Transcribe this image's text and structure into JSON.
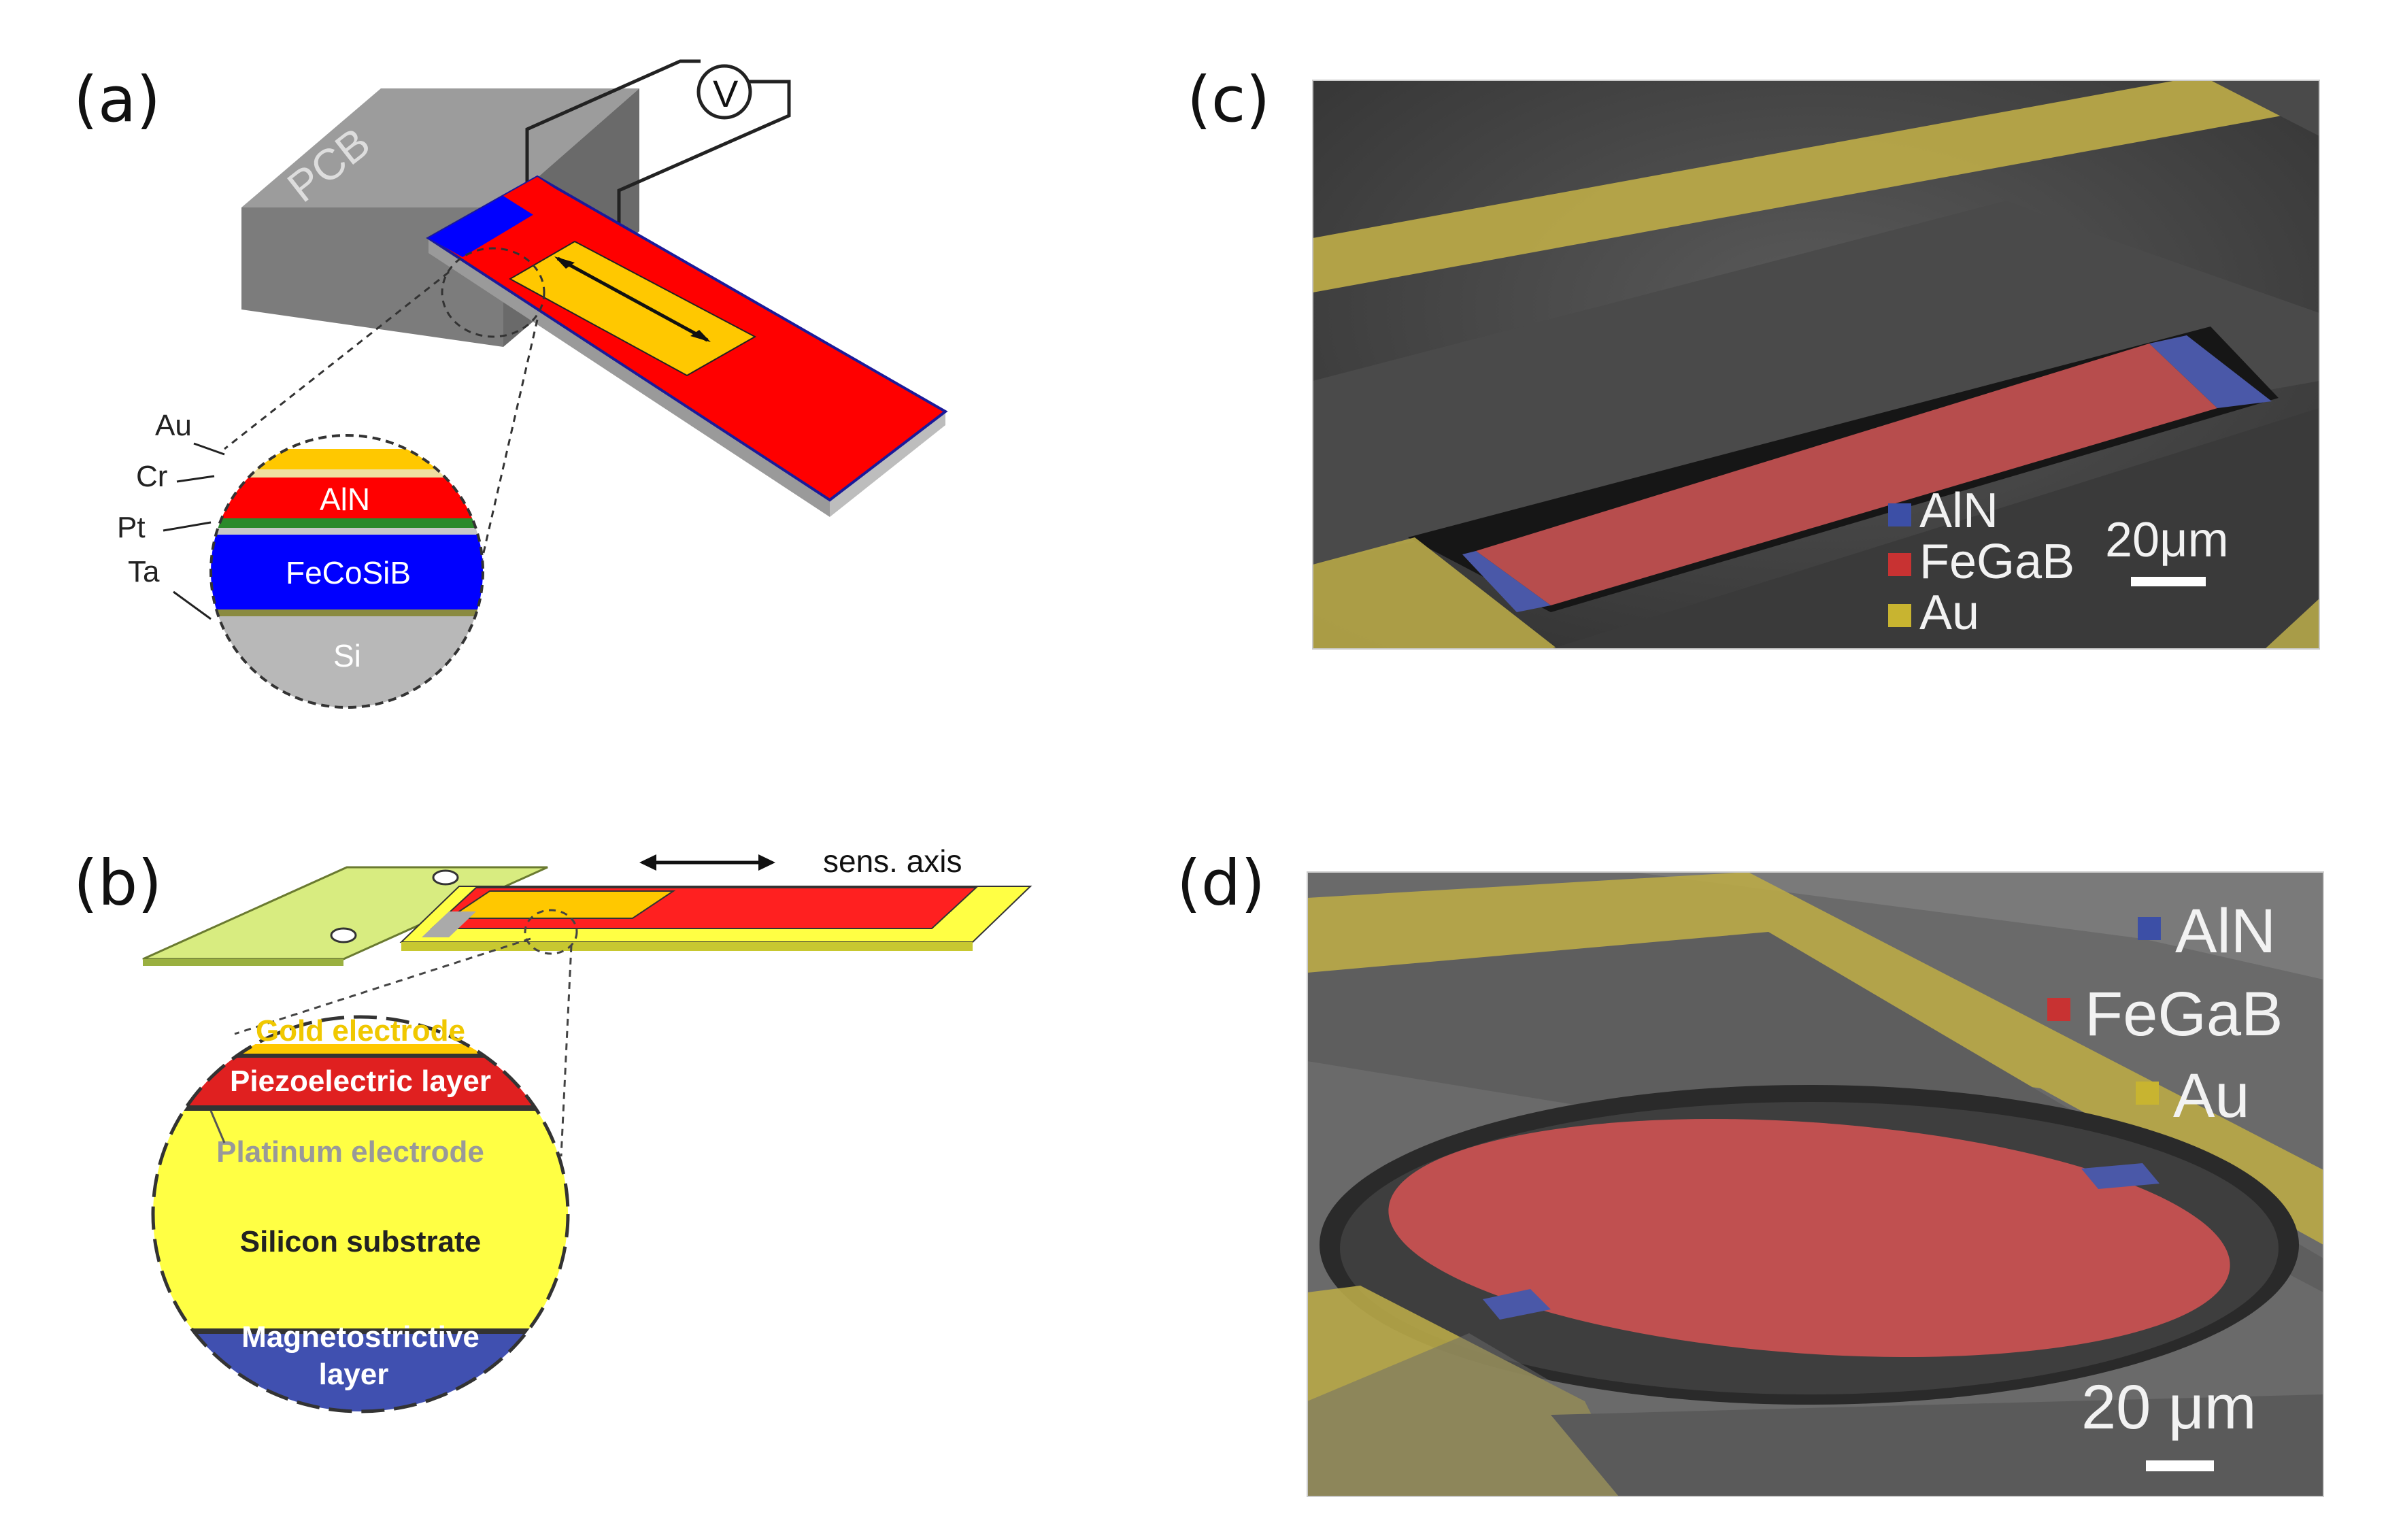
{
  "panels": {
    "a": {
      "label": "(a)",
      "pcb_label": "PCB",
      "voltmeter_symbol": "V",
      "layers": [
        "Au",
        "Cr",
        "Pt",
        "Ta"
      ],
      "inset_layers": [
        "AlN",
        "FeCoSiB",
        "Si"
      ]
    },
    "b": {
      "label": "(b)",
      "axis_label": "sens. axis",
      "layers": [
        "Gold electrode",
        "Piezoelectric layer",
        "Platinum electrode",
        "Silicon substrate",
        "Magnetostrictive",
        "layer"
      ]
    },
    "c": {
      "label": "(c)",
      "legend": [
        {
          "name": "AlN",
          "color": "#3c4fa6"
        },
        {
          "name": "FeGaB",
          "color": "#c83232"
        },
        {
          "name": "Au",
          "color": "#c8b430"
        }
      ],
      "scale_bar": "20μm"
    },
    "d": {
      "label": "(d)",
      "legend": [
        {
          "name": "AlN",
          "color": "#3c4fa6"
        },
        {
          "name": "FeGaB",
          "color": "#c83232"
        },
        {
          "name": "Au",
          "color": "#c8b430"
        }
      ],
      "scale_bar": "20 μm"
    }
  },
  "colors": {
    "gold": "#ffc800",
    "red": "#ff0000",
    "blue": "#0000ff",
    "pcb_gray": "#8a8a8a",
    "sem_dark": "#3a3a3a",
    "sem_gold": "#b8a848",
    "sem_red": "#b84848",
    "b_yellow": "#ffff44",
    "b_green": "#d8ec80"
  }
}
